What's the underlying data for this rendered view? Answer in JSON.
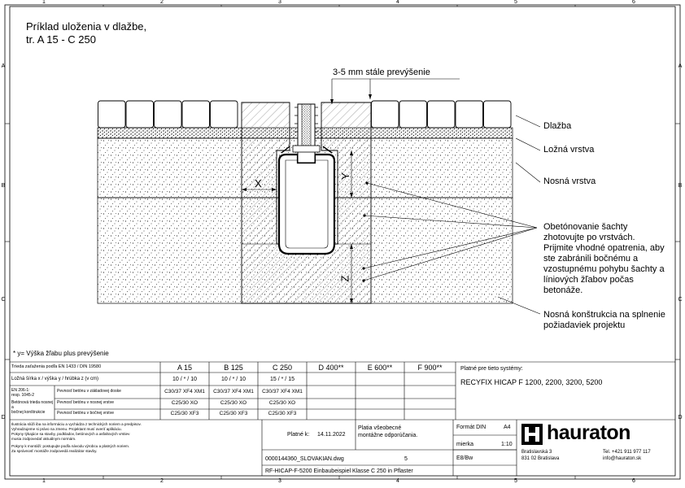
{
  "title": {
    "line1": "Príklad uloženia v dlažbe,",
    "line2": "tr. A 15 - C 250"
  },
  "grid": {
    "cols": [
      "1",
      "2",
      "3",
      "4",
      "5",
      "6"
    ],
    "rows": [
      "A",
      "B",
      "C",
      "D"
    ]
  },
  "dimension_label": "3-5 mm stále prevýšenie",
  "dim_x": "X",
  "dim_y": "Y",
  "dim_z": "Z",
  "callouts": {
    "dlazba": "Dlažba",
    "lozna": "Ložná vrstva",
    "nosna": "Nosná vrstva",
    "obeton": [
      "Obetónovanie šachty",
      "zhotovujte po vrstvách.",
      "Prijmite vhodné opatrenia, aby",
      "ste zabránili bočnému a",
      "vzostupnému pohybu šachty a",
      "líniových žľabov počas",
      "betonáže."
    ],
    "nosna_konstrukcia": [
      "Nosná konštrukcia na splnenie",
      "požiadaviek projektu"
    ]
  },
  "footnote": "* y= Výška žľabu plus prevýšenie",
  "table": {
    "header": {
      "c0": "Trieda zaťaženia podľa EN 1433 / DIN 19580",
      "c1": "A 15",
      "c2": "B 125",
      "c3": "C 250",
      "c4": "D 400**",
      "c5": "E 600**",
      "c6": "F 900**"
    },
    "row1": {
      "label": "Ložná šírka x / výška y / hrúbka z (v cm)",
      "c1": "10 / * / 10",
      "c2": "10 / * / 10",
      "c3": "15 / * / 15"
    },
    "group_label": [
      "EN 206-1:",
      "resp. 1045-2",
      "",
      "Betónová trieda nosnej a",
      "bočnej konštrukcie"
    ],
    "row2": {
      "label": "Pevnosť betónu v základovej doske",
      "c1": "C30/37 XF4 XM1",
      "c2": "C30/37 XF4 XM1",
      "c3": "C30/37 XF4 XM1"
    },
    "row3": {
      "label": "Pevnosť betónu v nosnej vrstve",
      "c1": "C25/30 XO",
      "c2": "C25/30 XO",
      "c3": "C25/30 XO"
    },
    "row4": {
      "label": "Pevnosť betónu v bočnej vrstve",
      "c1": "C25/30 XF3",
      "c2": "C25/30 XF3",
      "c3": "C25/30 XF3"
    },
    "systems_label": "Platné pre tieto systémy:",
    "systems_value": "RECYFIX HICAP F 1200, 2200, 3200, 5200"
  },
  "disclaimer": [
    "Ilustrácia slúži iba na informáciu a vychádza z technických noriem a predpisov.",
    "Vyhradzujeme si právo na zmenu. Projektant musí overiť aplikáciu.",
    "Pokyny týkajúce sa stavby, podkladov, betónových a asfaltových vrstiev",
    "musia zodpovedať aktuálnym normám."
  ],
  "disclaimer2": [
    "Pokyny k montáži: postupujte podľa návodu výrobcu a platných noriem.",
    "Za správnosť montáže zodpovedá realizátor stavby."
  ],
  "valid_from_label": "Platné k:",
  "valid_from": "14.11.2022",
  "note_contract": [
    "Platia všeobecné",
    "montážne odporúčania."
  ],
  "format_label": "Formát DIN",
  "format_value": "A4",
  "scale_label": "mierka",
  "scale_value": "1:10",
  "sheet_label": "E8/Bw",
  "file_name": "0000144360_SLOVAKIAN.dwg",
  "file_rev": "5",
  "drawing_title": "RF-HICAP-F-5200 Einbaubeispiel Klasse C 250 in Pflaster",
  "company": {
    "name": "hauraton",
    "addr1": "Bratislavská 3",
    "addr2": "831 02 Bratislava",
    "tel": "Tel. +421 911 977 117",
    "email": "info@hauraton.sk"
  },
  "colors": {
    "line": "#000000",
    "hatch": "#555555"
  }
}
